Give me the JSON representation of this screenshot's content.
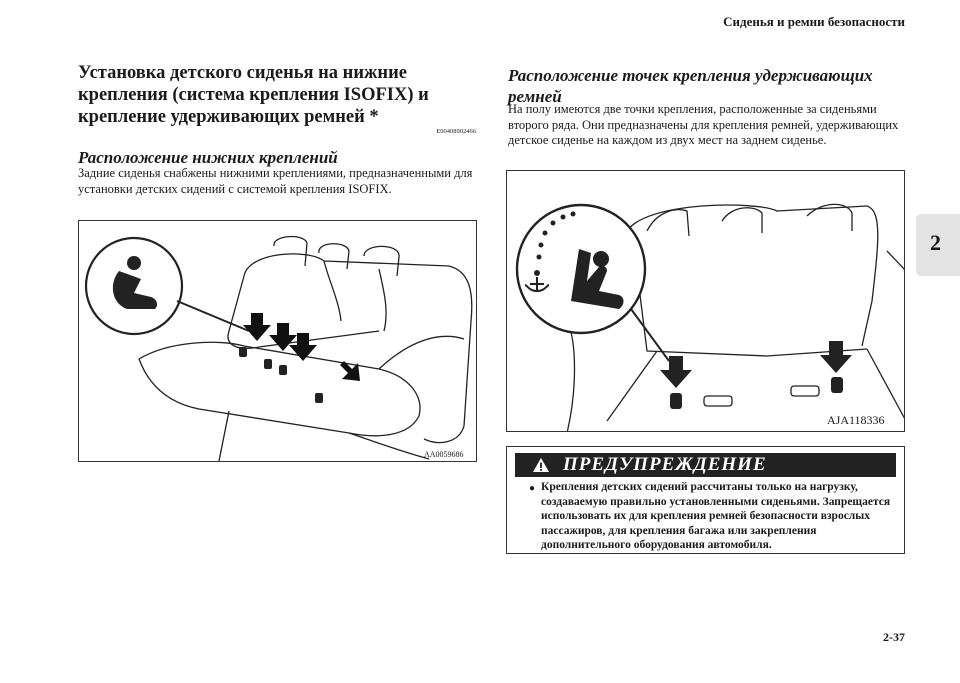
{
  "header": {
    "section_title": "Сиденья и ремни безопасности"
  },
  "side_tab": {
    "chapter": "2"
  },
  "page_number": "2-37",
  "left": {
    "heading": "Установка детского сиденья на нижние крепления (система крепления ISOFIX) и крепление удерживающих ремней *",
    "code": "E00408902466",
    "subheading": "Расположение нижних креплений",
    "body": "Задние сиденья снабжены нижними креплениями, предназначенными для установки детских сидений с системой крепления ISOFIX.",
    "figure_label": "AA0059686"
  },
  "right": {
    "subheading": "Расположение точек крепления удерживающих ремней",
    "body": "На полу имеются две точки крепления, расположенные за сиденьями второго ряда. Они предназначены для крепления ремней, удерживающих детское сиденье на каждом из двух мест на заднем сиденье.",
    "figure_label": "AJA118336"
  },
  "warning": {
    "title": "ПРЕДУПРЕЖДЕНИЕ",
    "icon": "warning-triangle-icon",
    "bullet": "●",
    "text": "Крепления детских сидений рассчитаны только на нагрузку, создаваемую правильно установленными сиденьями. Запрещается использовать их для крепления ремней безопасности взрослых пассажиров, для крепления багажа или закрепления дополнительного оборудования автомобиля."
  }
}
